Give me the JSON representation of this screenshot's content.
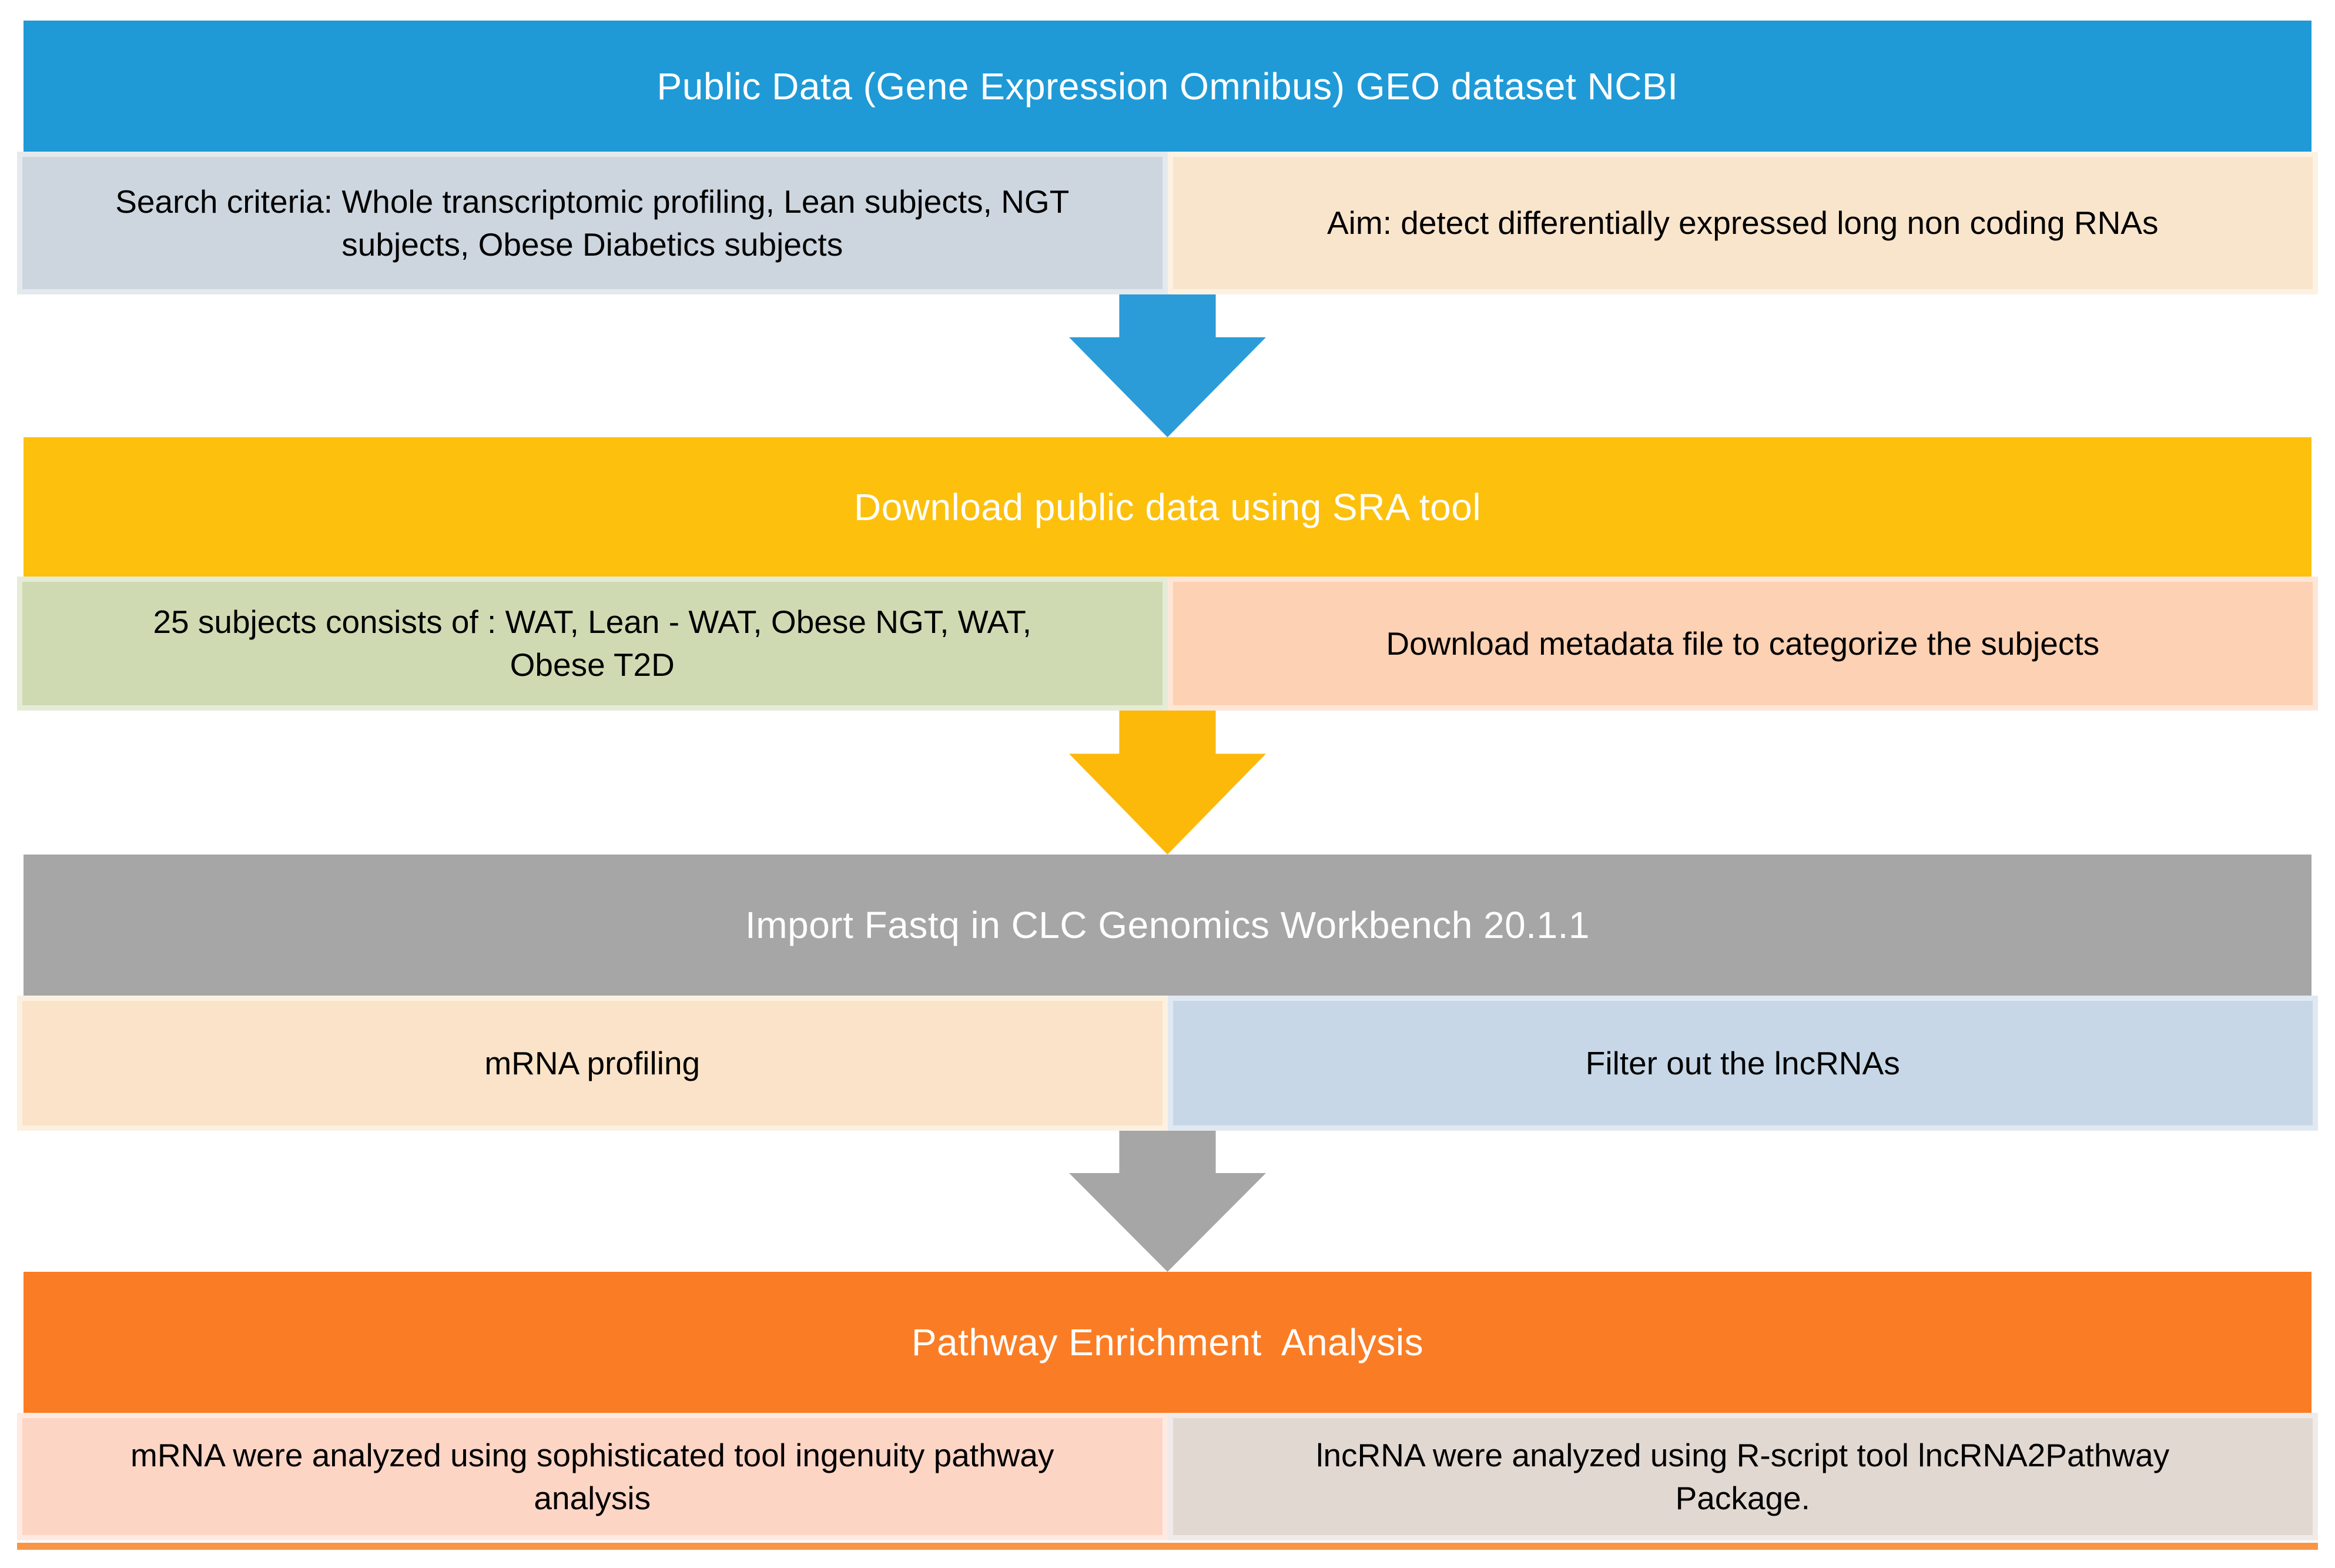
{
  "flow": {
    "steps": [
      {
        "banner": {
          "label": "Public Data (Gene Expression Omnibus) GEO dataset NCBI",
          "bg": "#1F9AD7",
          "fg": "#FFFFFF"
        },
        "cells": [
          {
            "label": "Search criteria: Whole transcriptomic profiling, Lean subjects, NGT subjects, Obese Diabetics subjects",
            "bg": "#CDD6DF",
            "border": "#E4E9ED"
          },
          {
            "label": "Aim: detect differentially expressed long non coding RNAs",
            "bg": "#F9E5CC",
            "border": "#FCF2E3"
          }
        ],
        "arrow_color": "#2B9CD8",
        "arrow_name": "blue-down-arrow"
      },
      {
        "banner": {
          "label": "Download public data using SRA tool",
          "bg": "#FDC00D",
          "fg": "#FFFFFF"
        },
        "cells": [
          {
            "label": "25 subjects consists of : WAT, Lean - WAT, Obese NGT, WAT, Obese T2D",
            "bg": "#CFDAB2",
            "border": "#E5EBD6"
          },
          {
            "label": "Download metadata file to categorize the subjects",
            "bg": "#FDD1B3",
            "border": "#FEE6D7"
          }
        ],
        "arrow_color": "#FCB90A",
        "arrow_name": "yellow-down-arrow"
      },
      {
        "banner": {
          "label": "Import Fastq in CLC Genomics Workbench 20.1.1",
          "bg": "#A6A6A6",
          "fg": "#FFFFFF"
        },
        "cells": [
          {
            "label": "mRNA profiling",
            "bg": "#FAE3C8",
            "border": "#FCF1E1"
          },
          {
            "label": "Filter out the lncRNAs",
            "bg": "#C7D7E7",
            "border": "#E0E9F1"
          }
        ],
        "arrow_color": "#A6A6A6",
        "arrow_name": "gray-down-arrow"
      },
      {
        "banner": {
          "label": "Pathway Enrichment  Analysis",
          "bg": "#FA7D26",
          "fg": "#FFFFFF"
        },
        "cells": [
          {
            "label": "mRNA were analyzed using sophisticated tool ingenuity pathway analysis",
            "bg": "#FDD5C5",
            "border": "#FEEAE1"
          },
          {
            "label": "lncRNA were analyzed using R-script tool lncRNA2Pathway Package.",
            "bg": "#E2D8D2",
            "border": "#F0EBE8"
          }
        ],
        "arrow_color": null,
        "arrow_name": null
      }
    ],
    "footer_line_color": "#F79646"
  }
}
